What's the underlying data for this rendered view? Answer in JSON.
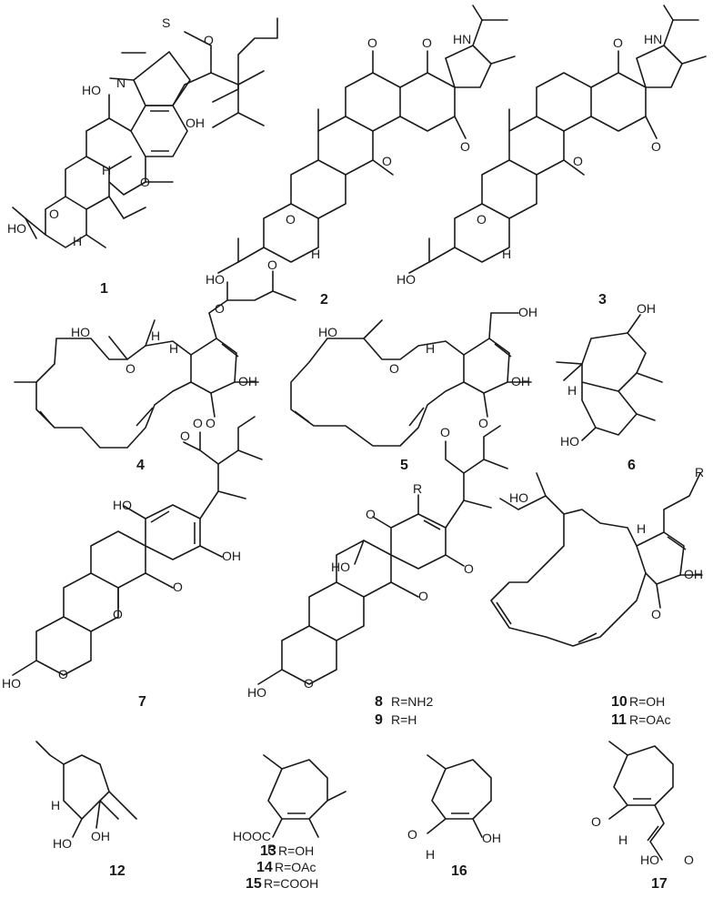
{
  "compounds": [
    {
      "id": "1"
    },
    {
      "id": "2"
    },
    {
      "id": "3"
    },
    {
      "id": "4"
    },
    {
      "id": "5"
    },
    {
      "id": "6"
    },
    {
      "id": "7"
    },
    {
      "id": "8",
      "r": "R=NH2"
    },
    {
      "id": "9",
      "r": "R=H"
    },
    {
      "id": "10",
      "r": "R=OH"
    },
    {
      "id": "11",
      "r": "R=OAc"
    },
    {
      "id": "12"
    },
    {
      "id": "13",
      "r": "R=OH"
    },
    {
      "id": "14",
      "r": "R=OAc"
    },
    {
      "id": "15",
      "r": "R=COOH"
    },
    {
      "id": "16"
    },
    {
      "id": "17"
    }
  ],
  "atoms": {
    "S": "S",
    "N": "N",
    "O": "O",
    "HO": "HO",
    "OH": "OH",
    "H": "H",
    "NH": "HN",
    "R": "R",
    "HOOC": "HOOC"
  }
}
